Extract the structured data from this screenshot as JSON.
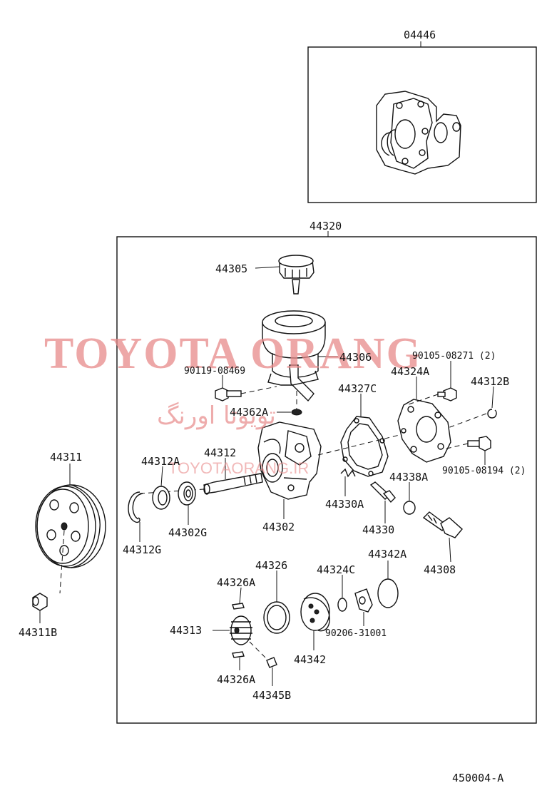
{
  "diagram": {
    "labels": {
      "l04446": "04446",
      "l44320": "44320",
      "l44305": "44305",
      "l44306": "44306",
      "l90105_08271": "90105-08271 (2)",
      "l44324A": "44324A",
      "l44312B": "44312B",
      "l90119_08469": "90119-08469",
      "l44327C": "44327C",
      "l44362A": "44362A",
      "l44311": "44311",
      "l44312A": "44312A",
      "l44312": "44312",
      "l90105_08194": "90105-08194 (2)",
      "l44338A": "44338A",
      "l44330A": "44330A",
      "l44302": "44302",
      "l44330": "44330",
      "l44302G": "44302G",
      "l44312G": "44312G",
      "l44342A": "44342A",
      "l44308": "44308",
      "l44326": "44326",
      "l44324C": "44324C",
      "l44326A_top": "44326A",
      "l44313": "44313",
      "l90206_31001": "90206-31001",
      "l44342": "44342",
      "l44311B": "44311B",
      "l44326A_bottom": "44326A",
      "l44345B": "44345B"
    },
    "footer_code": "450004-A"
  },
  "watermark": {
    "main": "TOYOTA ORANG",
    "persian": "تویوتا اورنگ",
    "url": "TOYOTAORANG.IR"
  }
}
